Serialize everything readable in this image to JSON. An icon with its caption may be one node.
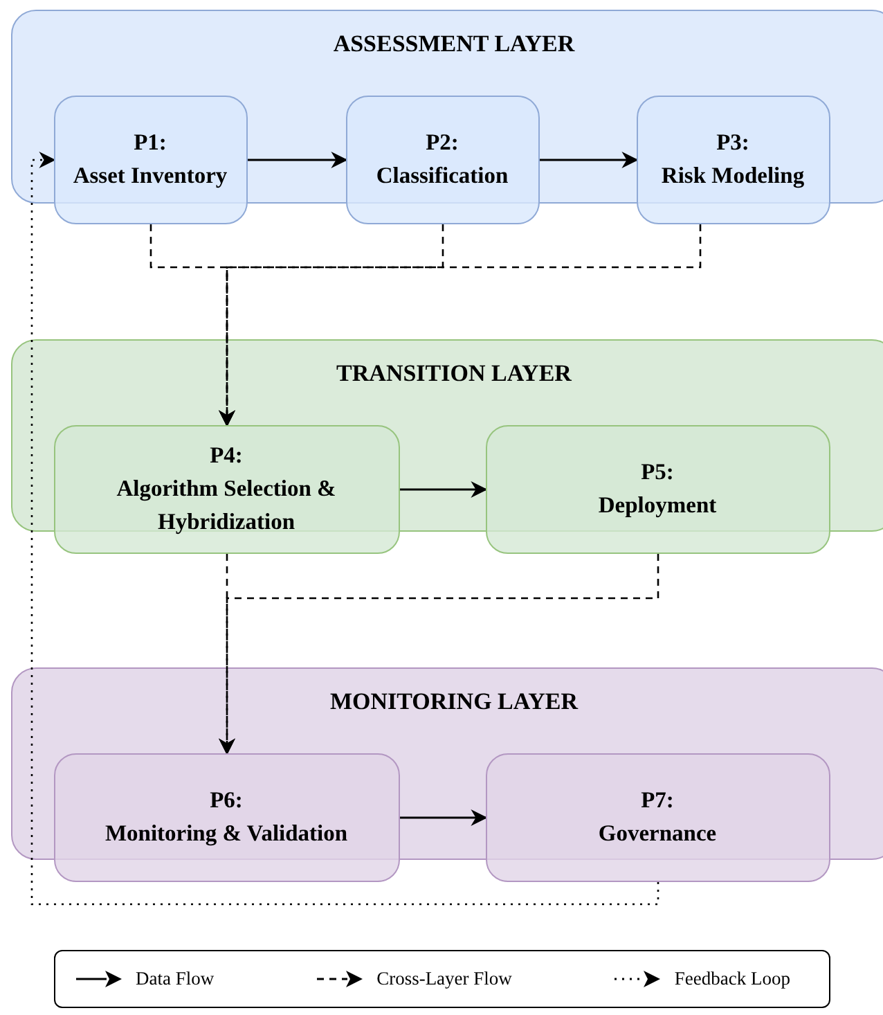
{
  "diagram": {
    "nodes": [
      {
        "text": [
          "ASSESSMENT LAYER"
        ]
      },
      {
        "text": [
          "P1:",
          "Asset Inventory"
        ],
        "in": 0
      },
      {
        "text": [
          "P2:",
          "Classification"
        ],
        "in": 0
      },
      {
        "text": [
          "P3:",
          "Risk Modeling"
        ],
        "in": 0
      },
      {
        "text": [
          "TRANSITION LAYER"
        ]
      },
      {
        "text": [
          "P4:",
          "Algorithm Selection & Hybridization"
        ],
        "in": 4
      },
      {
        "text": [
          "P5:",
          "Deployment"
        ],
        "in": 4
      },
      {
        "text": [
          "MONITORING LAYER"
        ]
      },
      {
        "text": [
          "P6:",
          "Monitoring & Validation"
        ],
        "in": 7
      },
      {
        "text": [
          "P7:",
          "Governance"
        ],
        "in": 7
      }
    ],
    "edges": [
      {
        "from": 1,
        "to": 2,
        "arrow": "to"
      },
      {
        "from": 2,
        "to": 3,
        "arrow": "to"
      },
      {
        "from": 5,
        "to": 6,
        "arrow": "to"
      },
      {
        "from": 8,
        "to": 9,
        "arrow": "to"
      },
      {
        "from": 1,
        "to": 5,
        "arrow": "to",
        "style": "dashed"
      },
      {
        "from": 2,
        "to": 5,
        "arrow": "to",
        "style": "dashed"
      },
      {
        "from": 3,
        "to": 5,
        "arrow": "to",
        "style": "dashed"
      },
      {
        "from": 5,
        "to": 8,
        "arrow": "to",
        "style": "dashed"
      },
      {
        "from": 6,
        "to": 8,
        "arrow": "to",
        "style": "dashed"
      },
      {
        "from": 9,
        "to": 1,
        "arrow": "to",
        "style": "dashed"
      }
    ],
    "legend": [
      {
        "text": "Data Flow"
      },
      {
        "text": "Cross-Layer Flow"
      },
      {
        "text": "Feedback Loop"
      }
    ]
  }
}
